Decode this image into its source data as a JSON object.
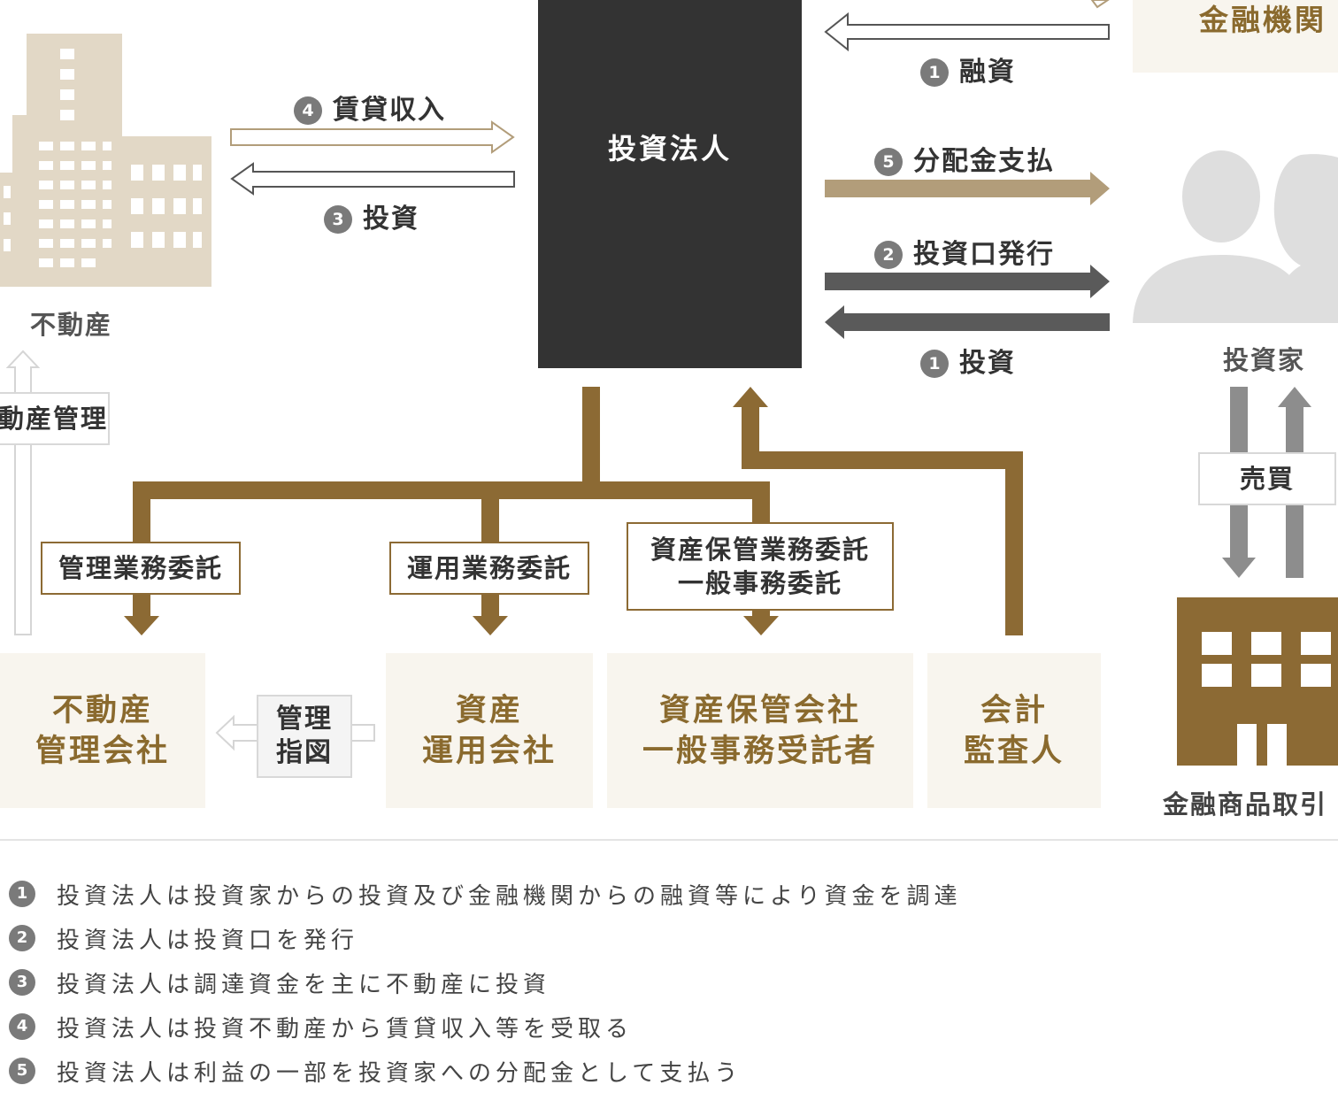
{
  "nodes": {
    "investment_corp": "投資法人",
    "financial_institution": "金融機関",
    "investors": "投資家",
    "real_estate": "不動産",
    "stock_exchange": "金融商品取引",
    "pm_company": "不動産\n管理会社",
    "asset_manager": "資産\n運用会社",
    "custodian": "資産保管会社\n一般事務受託者",
    "auditor": "会計\n監査人"
  },
  "flows": {
    "loan": {
      "num": "1",
      "label": "融資"
    },
    "investment_from_investors": {
      "num": "1",
      "label": "投資"
    },
    "unit_issuance": {
      "num": "2",
      "label": "投資口発行"
    },
    "invest_in_property": {
      "num": "3",
      "label": "投資"
    },
    "rental_income": {
      "num": "4",
      "label": "賃貸収入"
    },
    "distribution": {
      "num": "5",
      "label": "分配金支払"
    },
    "property_management": "動産管理",
    "trading": "売買",
    "management_instruction": "管理\n指図"
  },
  "delegations": {
    "management": "管理業務委託",
    "operation": "運用業務委託",
    "custody_general": "資産保管業務委託\n一般事務委託"
  },
  "notes": [
    {
      "num": "1",
      "text": "投資法人は投資家からの投資及び金融機関からの融資等により資金を調達"
    },
    {
      "num": "2",
      "text": "投資法人は投資口を発行"
    },
    {
      "num": "3",
      "text": "投資法人は調達資金を主に不動産に投資"
    },
    {
      "num": "4",
      "text": "投資法人は投資不動産から賃貸収入等を受取る"
    },
    {
      "num": "5",
      "text": "投資法人は利益の一部を投資家への分配金として支払う"
    }
  ],
  "colors": {
    "dark_box": "#333333",
    "brown": "#8c6a34",
    "tan": "#b29d7a",
    "beige_fill": "#f8f5ee",
    "grey_arrow": "#5a5a5a"
  }
}
